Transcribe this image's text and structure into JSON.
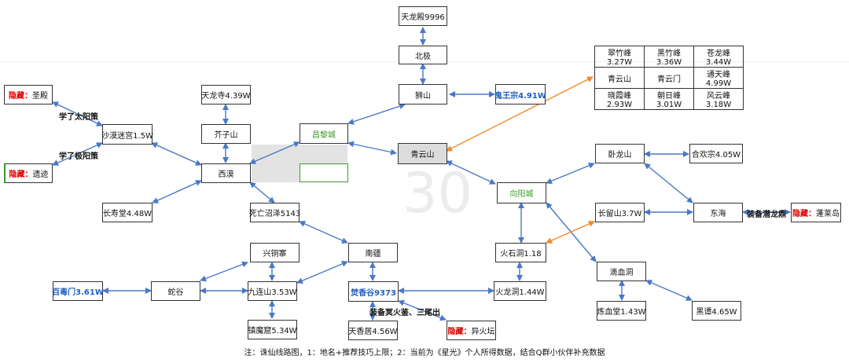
{
  "nodes": {
    "tianlongdian": "天龙殿9996",
    "beiji": "北极",
    "shishan": "狮山",
    "guiwangzong": "鬼王宗4.91W",
    "changlicheng": "昌黎城",
    "qingyunshan": "青云山",
    "xiangyangcheng": "向阳城",
    "tianlongsi": "天龙寺4.39W",
    "jiezishan": "芥子山",
    "ximan": "西漠",
    "shamomigong": "沙漠迷宫1.5W",
    "changshoutang": "长寿堂4.48W",
    "siwangzhaoze": "死亡沼泽5143",
    "xingtongzhai": "兴铜寨",
    "jiulianshan": "九连山3.53W",
    "shegu": "蛇谷",
    "baidumen": "百毒门3.61W",
    "zhenmoku": "镇魔窟5.34W",
    "nanjiang": "南疆",
    "fenxianggu": "焚香谷9373",
    "tianxiangju": "天香居4.56W",
    "yihuotan_name": "异火坛",
    "huoshidong": "火石洞1.18",
    "huolongdong": "火龙洞1.44W",
    "wolongshan": "卧龙山",
    "hehuanzong": "合欢宗4.05W",
    "changliushan": "长留山3.7W",
    "donghai": "东海",
    "penglaidao_name": "蓬莱岛",
    "dixuedong": "滴血洞",
    "lianxuetang": "炼血堂1.43W",
    "heitan": "黑谭4.65W",
    "shengdian_name": "圣殿",
    "yiji_name": "遗迹",
    "hidden_tag": "隐藏："
  },
  "grid": [
    [
      "翠竹峰3.27W",
      "黑竹峰3.36W",
      "苍龙峰3.44W"
    ],
    [
      "青云山",
      "青云门",
      "通天峰4.99W"
    ],
    [
      "晓霞峰2.93W",
      "朝日峰3.01W",
      "风云峰3.18W"
    ]
  ],
  "edge_labels": {
    "taiyang": "学了太阳策",
    "jiyang": "学了极阳策",
    "qianlongding": "装备潜龙鼎",
    "yihuojian": "装备冥火鉴、三尾出"
  },
  "watermark": {
    "big": "30"
  },
  "footnote": "注：诛仙线路图，1：地名+推荐技巧上限；2：当前为《星光》个人所得数据，结合Q群小伙伴补充数据",
  "colors": {
    "arrow_blue": "#4a78c8",
    "arrow_orange": "#f08a2a",
    "hidden_red": "#e00000",
    "city_green": "#3a9a2a",
    "sect_blue": "#1f5fbf"
  }
}
